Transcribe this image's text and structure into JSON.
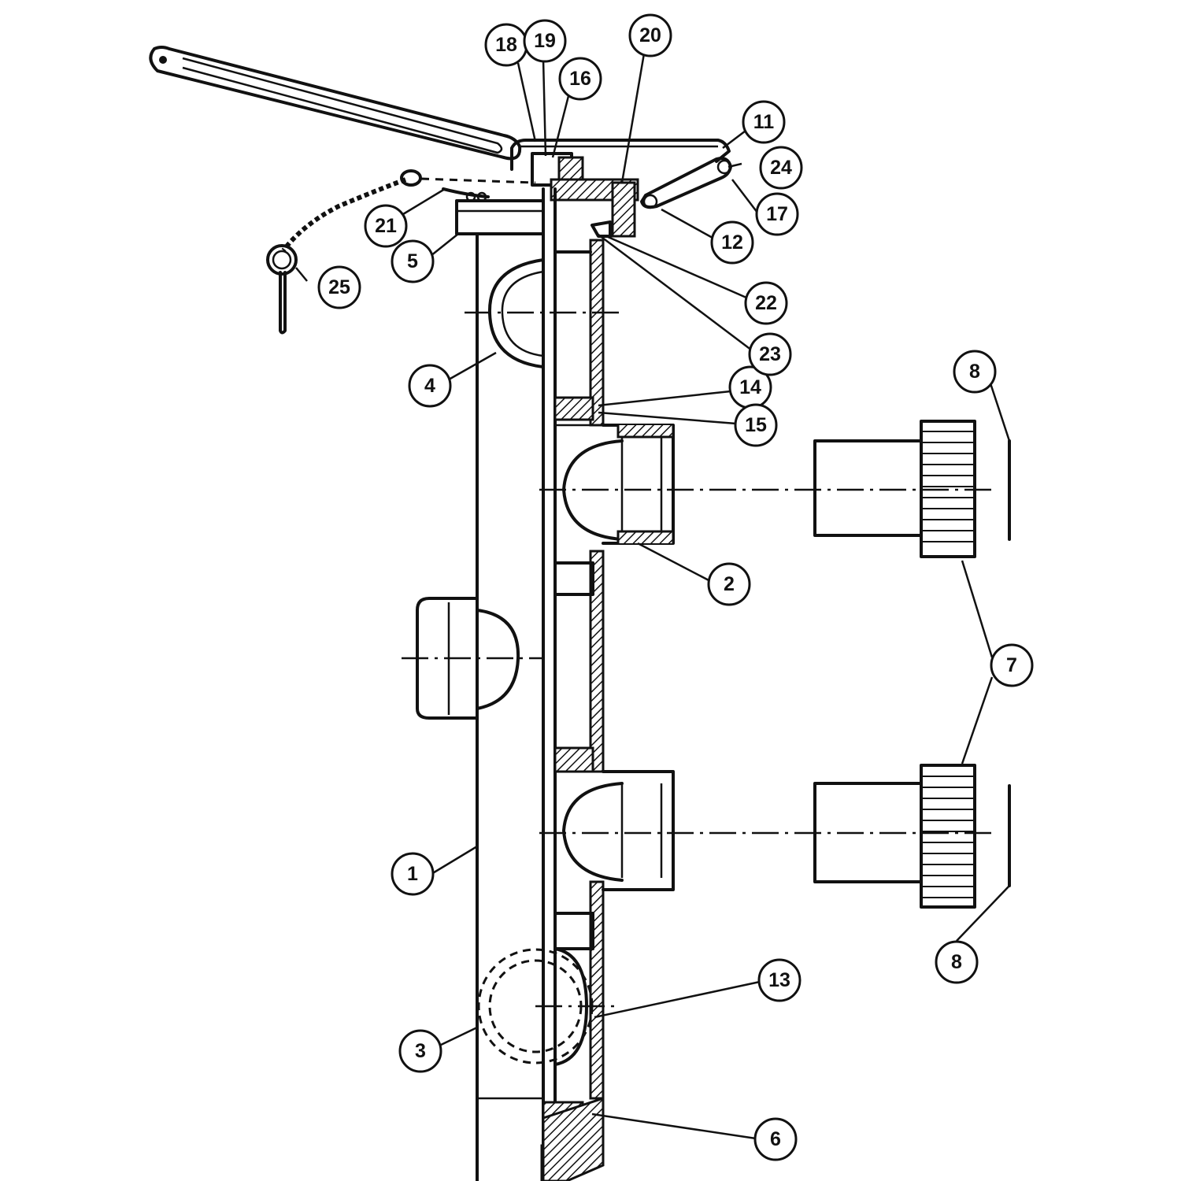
{
  "colors": {
    "ink": "#111111",
    "paper": "#ffffff"
  },
  "callouts": [
    {
      "id": "1",
      "label": "1"
    },
    {
      "id": "2",
      "label": "2"
    },
    {
      "id": "3",
      "label": "3"
    },
    {
      "id": "4",
      "label": "4"
    },
    {
      "id": "5",
      "label": "5"
    },
    {
      "id": "6",
      "label": "6"
    },
    {
      "id": "7",
      "label": "7"
    },
    {
      "id": "8a",
      "label": "8"
    },
    {
      "id": "8b",
      "label": "8"
    },
    {
      "id": "11",
      "label": "11"
    },
    {
      "id": "12",
      "label": "12"
    },
    {
      "id": "13",
      "label": "13"
    },
    {
      "id": "14",
      "label": "14"
    },
    {
      "id": "15",
      "label": "15"
    },
    {
      "id": "16",
      "label": "16"
    },
    {
      "id": "17",
      "label": "17"
    },
    {
      "id": "18",
      "label": "18"
    },
    {
      "id": "19",
      "label": "19"
    },
    {
      "id": "20",
      "label": "20"
    },
    {
      "id": "21",
      "label": "21"
    },
    {
      "id": "22",
      "label": "22"
    },
    {
      "id": "23",
      "label": "23"
    },
    {
      "id": "24",
      "label": "24"
    },
    {
      "id": "25",
      "label": "25"
    }
  ]
}
